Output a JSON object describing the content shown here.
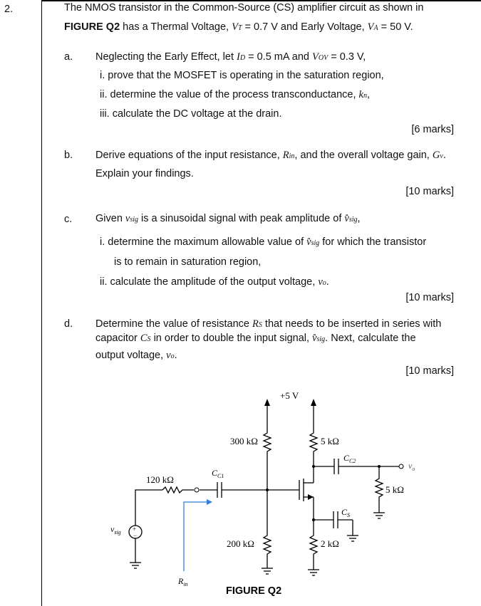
{
  "question_number": "2.",
  "intro": {
    "line1_pre": "The NMOS transistor in the Common-Source (CS) amplifier circuit as shown in",
    "line2_fig": "FIGURE Q2",
    "line2_a": " has a Thermal Voltage, ",
    "vt_sym": "V",
    "vt_sub": "T",
    "line2_b": " = 0.7 V and Early Voltage, ",
    "va_sym": "V",
    "va_sub": "A",
    "line2_c": " = 50 V."
  },
  "part_a": {
    "label": "a.",
    "line_pre": "Neglecting the Early Effect, let ",
    "id_sym": "I",
    "id_sub": "D",
    "line_mid": " = 0.5 mA and ",
    "vov_sym": "V",
    "vov_sub": "OV",
    "line_end": " = 0.3 V,",
    "items": [
      "i.  prove that the MOSFET is operating in the saturation region,",
      "ii.  determine the value of the process transconductance, ",
      "iii.  calculate the DC voltage at the drain."
    ],
    "kn_sym": "k",
    "kn_sub": "n",
    "kn_tail": ",",
    "marks": "[6 marks]"
  },
  "part_b": {
    "label": "b.",
    "line1_pre": "Derive equations of the input resistance, ",
    "rin_sym": "R",
    "rin_sub": "in",
    "line1_mid": ", and the overall voltage gain, ",
    "gv_sym": "G",
    "gv_sub": "v",
    "line1_end": ".",
    "line2": "Explain your findings.",
    "marks": "[10 marks]"
  },
  "part_c": {
    "label": "c.",
    "line1_pre": "Given ",
    "vsig_sym": "v",
    "vsig_sub": "sig",
    "line1_mid": " is a sinusoidal signal with peak amplitude of ",
    "vhat_sym": "v̂",
    "vhat_sub": "sig",
    "line1_end": ",",
    "item1_pre": "i.  determine the maximum allowable value of ",
    "item1_end": " for which the transistor",
    "item1_line2": "is to remain in saturation region,",
    "item2_pre": "ii.  calculate the amplitude of the output voltage, ",
    "vo_sym": "v",
    "vo_sub": "o",
    "item2_end": ".",
    "marks": "[10 marks]"
  },
  "part_d": {
    "label": "d.",
    "line1_pre": "Determine the value of resistance ",
    "rs_sym": "R",
    "rs_sub": "S",
    "line1_end": " that needs to be inserted in series with",
    "line2_pre": "capacitor ",
    "cs_sym": "C",
    "cs_sub": "S",
    "line2_mid": " in order to double the input signal, ",
    "line2_end": ". Next, calculate the",
    "line3_pre": "output voltage, ",
    "line3_end": ".",
    "marks": "[10 marks]"
  },
  "figure": {
    "caption": "FIGURE Q2",
    "supply": "+5 V",
    "r1": "300 kΩ",
    "r2": "200 kΩ",
    "rd": "5 kΩ",
    "rs": "2 kΩ",
    "rl": "5 kΩ",
    "rsig": "120 kΩ",
    "cc1": "C",
    "cc1_sub": "C1",
    "cc2": "C",
    "cc2_sub": "C2",
    "cs": "C",
    "cs_sub": "S",
    "vo": "v",
    "vo_sub": "o",
    "vsig": "v",
    "vsig_sub": "sig",
    "rin": "R",
    "rin_sub": "in",
    "source_plus": "+",
    "source_minus": "−",
    "colors": {
      "rin_arrow": "#2f7fd6",
      "wire": "#000000"
    }
  }
}
